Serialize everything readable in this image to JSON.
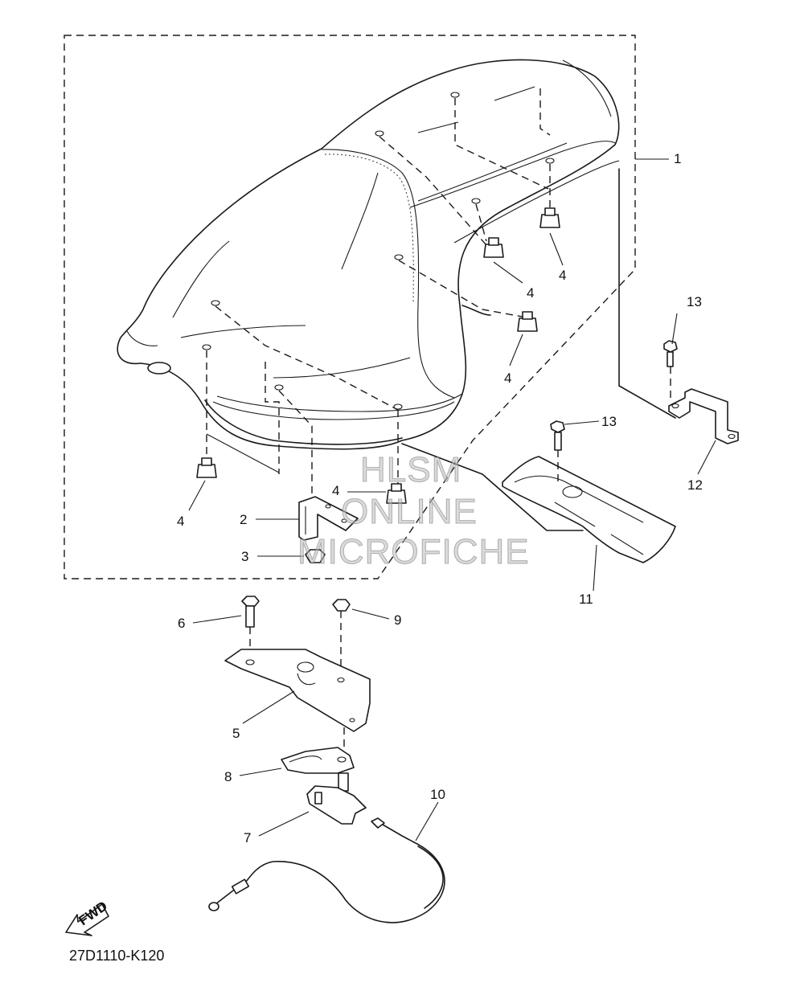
{
  "diagram": {
    "code": "27D1110-K120",
    "fwd_label": "FWD",
    "watermark": [
      "HLSM",
      "ONLINE",
      "MICROFICHE"
    ],
    "callouts": {
      "c1": "1",
      "c2": "2",
      "c3": "3",
      "c4a": "4",
      "c4b": "4",
      "c4c": "4",
      "c4d": "4",
      "c4e": "4",
      "c5": "5",
      "c6": "6",
      "c7": "7",
      "c8": "8",
      "c9": "9",
      "c10": "10",
      "c11": "11",
      "c12": "12",
      "c13a": "13",
      "c13b": "13"
    }
  }
}
